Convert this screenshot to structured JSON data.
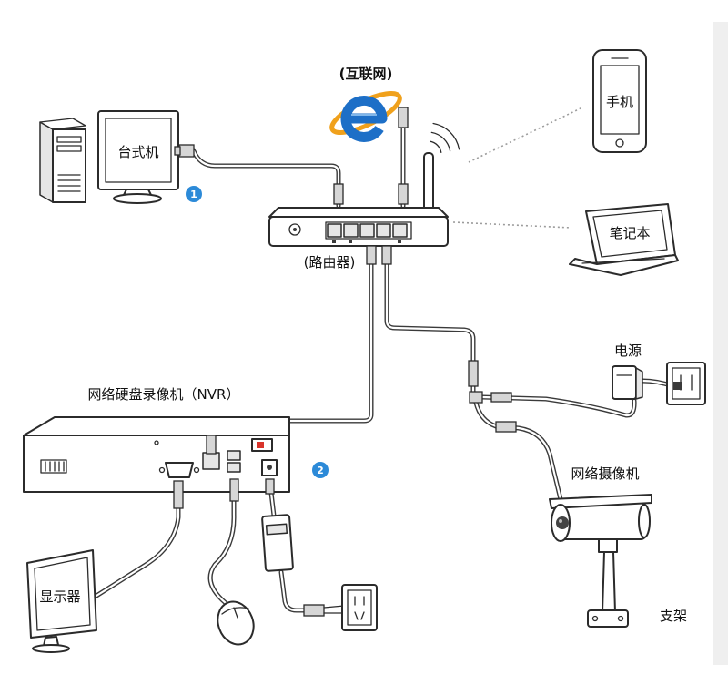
{
  "diagram": {
    "internet": {
      "label": "(互联网)"
    },
    "phone": {
      "label": "手机"
    },
    "desktop": {
      "label": "台式机",
      "badge": "1"
    },
    "laptop": {
      "label": "笔记本"
    },
    "router": {
      "label": "(路由器)"
    },
    "power": {
      "label": "电源"
    },
    "nvr": {
      "label": "网络硬盘录像机（NVR）",
      "badge": "2"
    },
    "camera": {
      "label": "网络摄像机"
    },
    "monitor": {
      "label": "显示器"
    },
    "bracket": {
      "label": "支架"
    }
  },
  "colors": {
    "badge": "#2c8ad8",
    "ie_blue": "#1d6fc7",
    "ie_orange": "#f0a11c",
    "switch_red": "#d9342b",
    "line": "#2b2b2b"
  }
}
